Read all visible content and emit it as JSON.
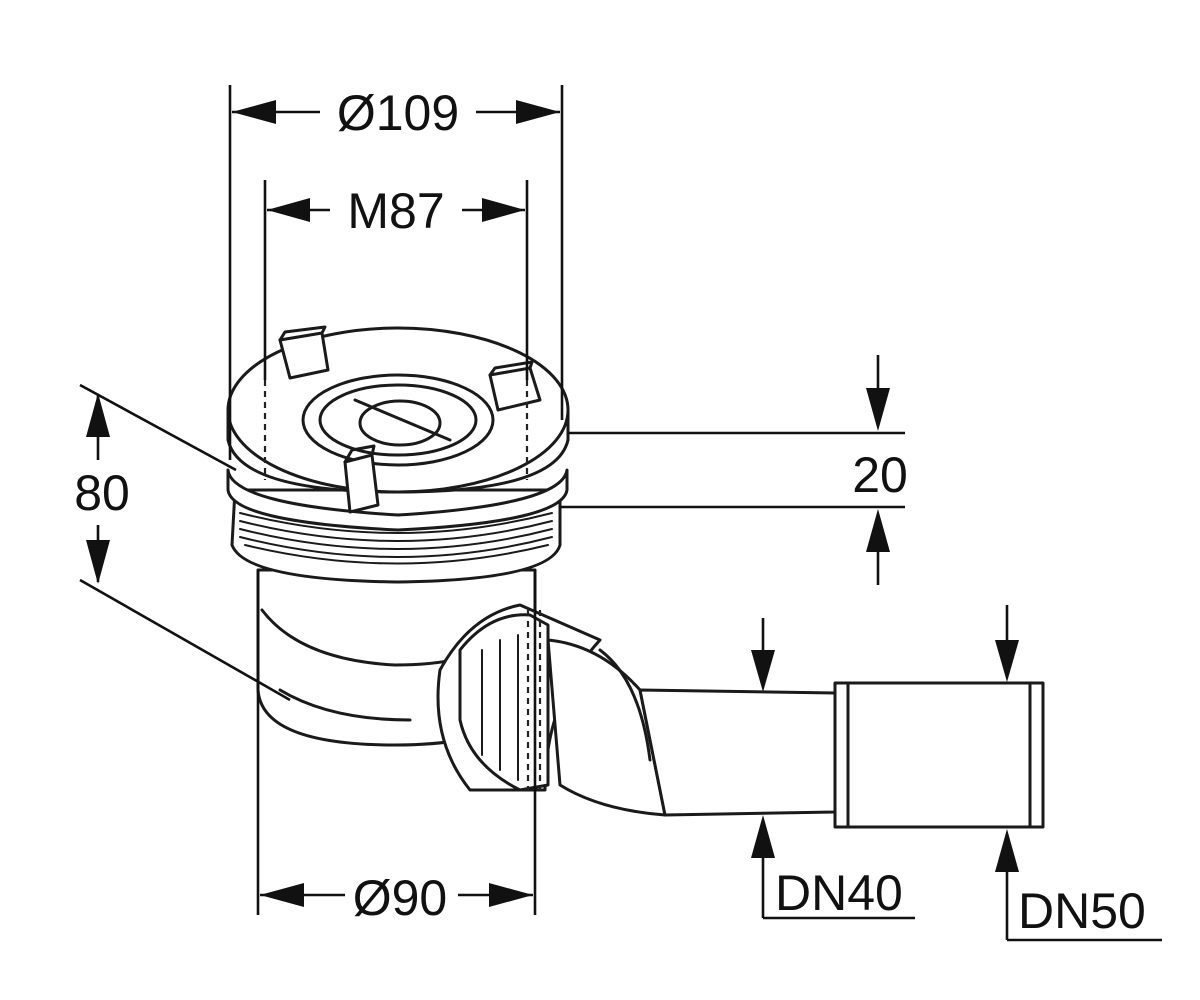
{
  "drawing": {
    "labels": {
      "outer_diameter": "Ø109",
      "thread": "M87",
      "flange_height": "20",
      "total_height": "80",
      "body_diameter": "Ø90",
      "pipe_small": "DN40",
      "pipe_large": "DN50"
    }
  }
}
